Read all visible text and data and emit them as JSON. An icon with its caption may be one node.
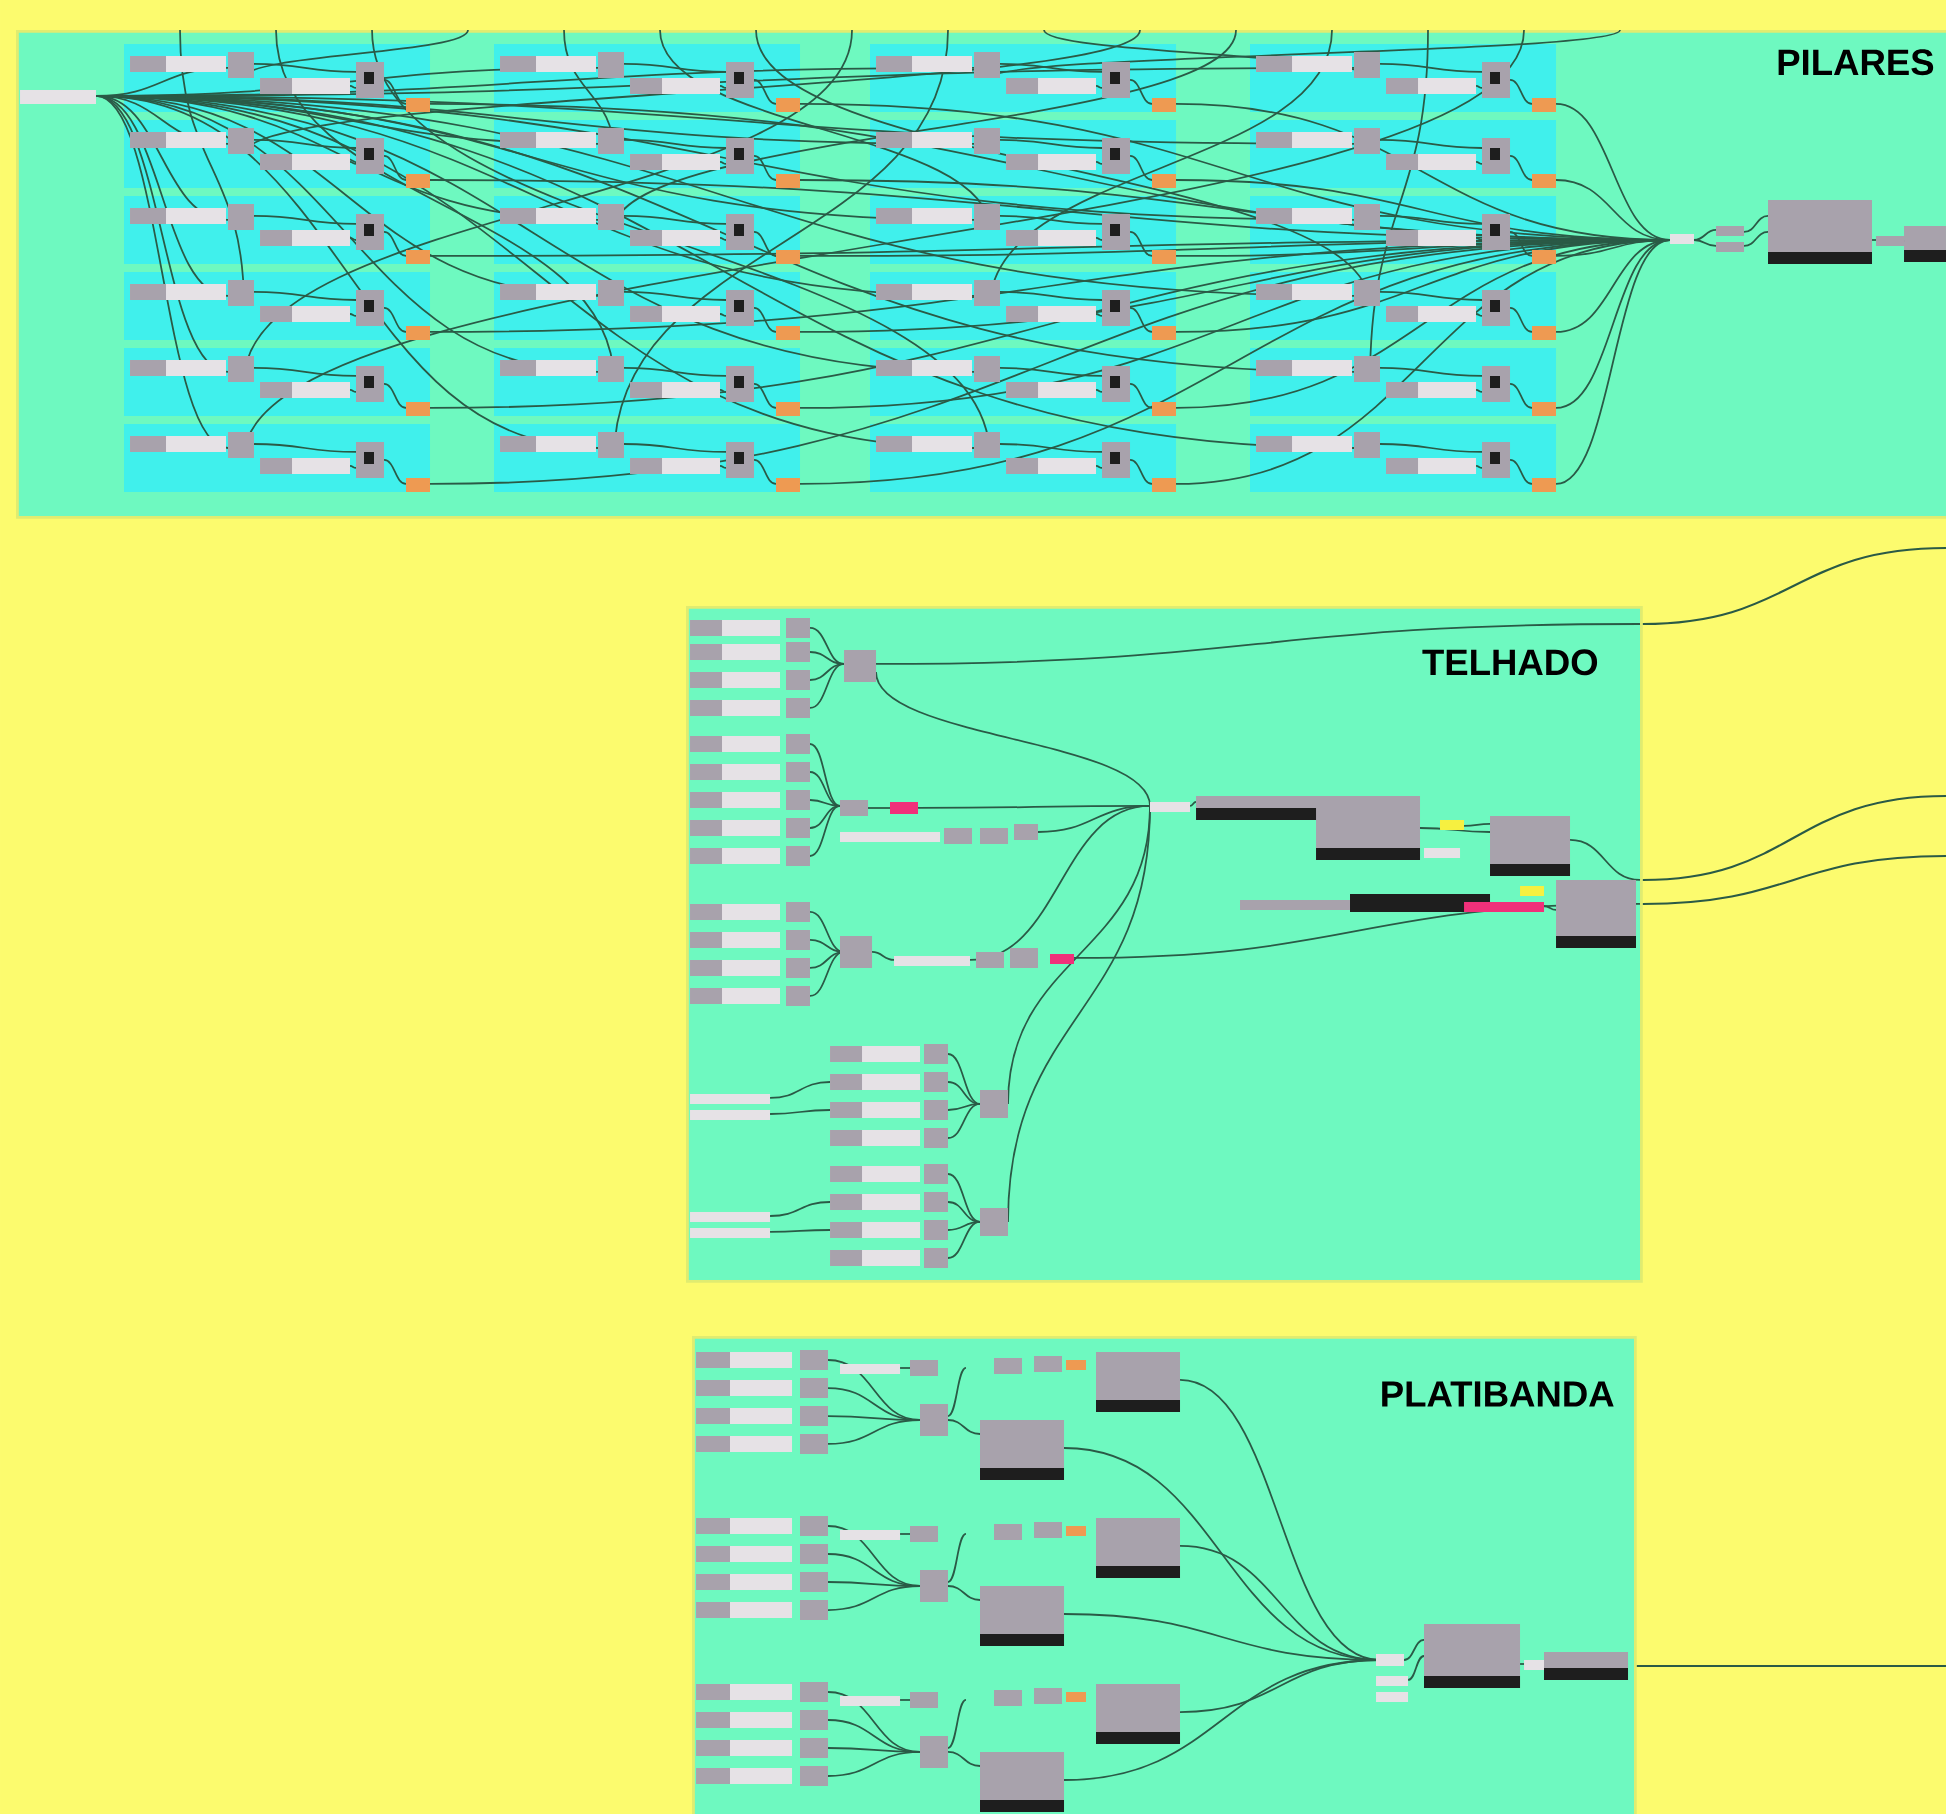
{
  "diagram": {
    "nodes": [
      {
        "text": [
          "PILARES"
        ]
      },
      {
        "text": [
          "TELHADO"
        ]
      },
      {
        "text": [
          "PLATIBANDA"
        ]
      }
    ],
    "edges": [
      {
        "from": 1,
        "to": null,
        "arrow": "none"
      },
      {
        "from": 1,
        "to": null,
        "arrow": "none"
      },
      {
        "from": 1,
        "to": null,
        "arrow": "none"
      },
      {
        "from": 2,
        "to": null,
        "arrow": "none"
      }
    ]
  }
}
